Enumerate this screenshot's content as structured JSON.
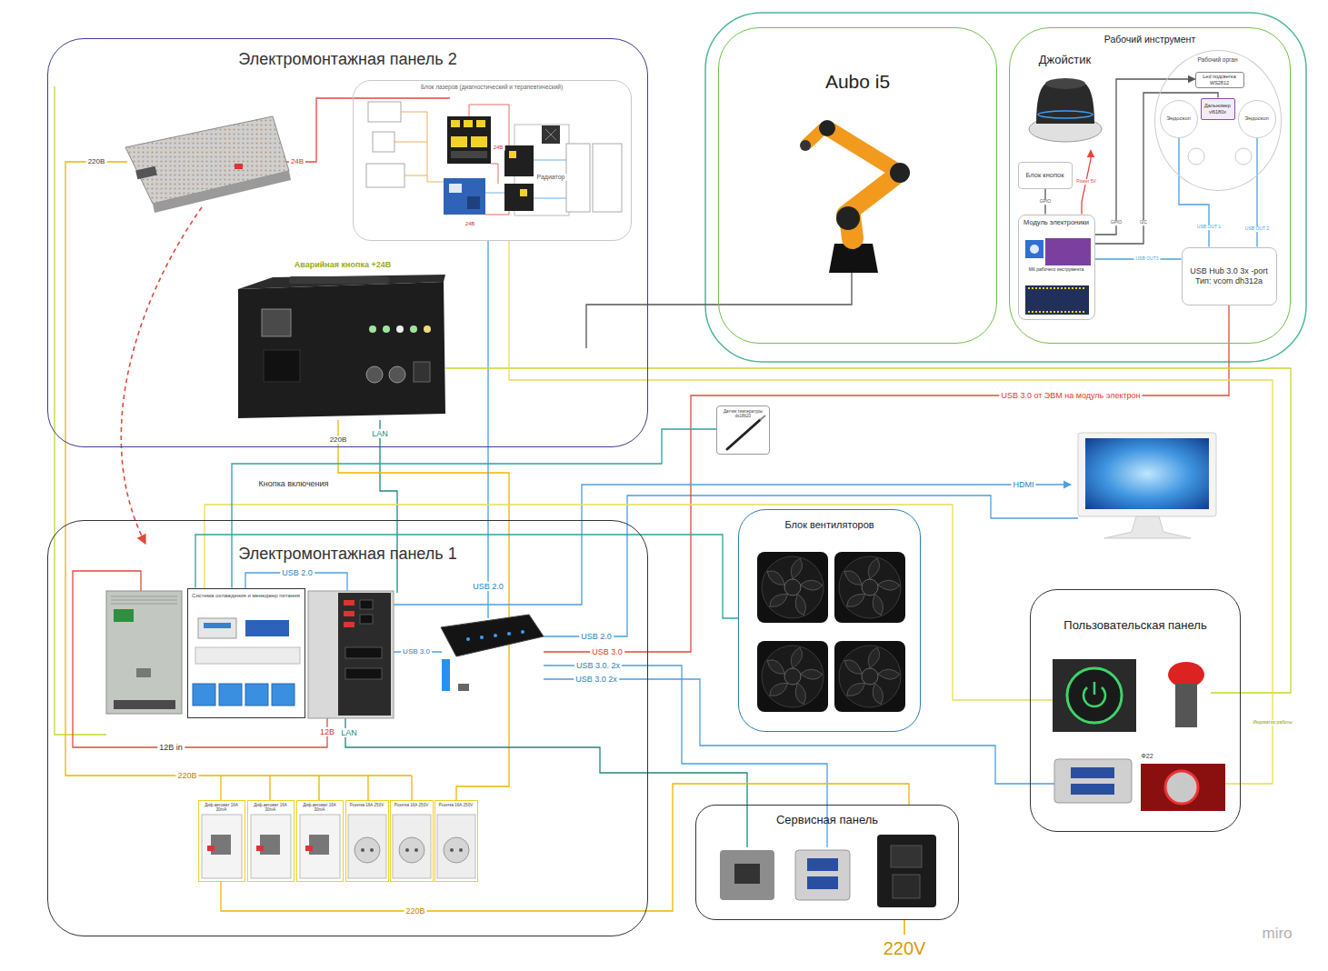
{
  "diagram": {
    "nodes": [
      {
        "text": [
          "Электромонтажная панель 2"
        ]
      },
      {
        "text": [
          "Блок лазеров (диагностический и терапевтический)"
        ],
        "in": 0
      },
      {
        "text": [
          "Aubo i5"
        ]
      },
      {
        "text": [
          "Рабочий инструмент"
        ]
      },
      {
        "text": [
          "Рабочий орган"
        ],
        "in": 3
      },
      {
        "text": [
          "Led подсветка WS2812"
        ],
        "in": 4
      },
      {
        "text": [
          "Дальномер vl6180x"
        ],
        "in": 4
      },
      {
        "text": [
          "Эндоскоп"
        ],
        "in": 4
      },
      {
        "text": [
          "Эндоскоп"
        ],
        "in": 4
      },
      {
        "text": [
          "Джойстик"
        ],
        "in": 3
      },
      {
        "text": [
          "Блок кнопок"
        ],
        "in": 3
      },
      {
        "text": [
          "Модуль электроники",
          "МК рабочего инструмента"
        ],
        "in": 3
      },
      {
        "text": [
          "USB Hub 3.0 3х -port Тип: vcom dh312a"
        ],
        "in": 3
      },
      {
        "text": [
          "Датчик температуры ds18b20"
        ]
      },
      {
        "text": [
          "Электромонтажная панель 1"
        ]
      },
      {
        "text": [
          "Система охлаждения и менеджер питания"
        ],
        "in": 14
      },
      {
        "text": [
          "Блок вентиляторов"
        ]
      },
      {
        "text": [
          "Пользовательская панель"
        ]
      },
      {
        "text": [
          "Сервисная панель"
        ]
      },
      {
        "text": [
          "Диф.автомат 16А 30mA"
        ],
        "in": 14
      },
      {
        "text": [
          "Диф.автомат 16А 30mA"
        ],
        "in": 14
      },
      {
        "text": [
          "Диф.автомат 16А 30mA"
        ],
        "in": 14
      },
      {
        "text": [
          "Розетка 16А 250V"
        ],
        "in": 14
      },
      {
        "text": [
          "Розетка 16А 250V"
        ],
        "in": 14
      },
      {
        "text": [
          "Розетка 16А 250V"
        ],
        "in": 14
      }
    ],
    "edges": [
      {
        "from": 12,
        "to": 11,
        "label": "USB OUT3",
        "arrow": "none"
      },
      {
        "from": 7,
        "to": 12,
        "label": "USB OUT 1",
        "arrow": "none"
      },
      {
        "from": 8,
        "to": 12,
        "label": "USB OUT 2",
        "arrow": "none"
      },
      {
        "from": 11,
        "to": 5,
        "label": "GPIO",
        "arrow": "to"
      },
      {
        "from": 11,
        "to": 6,
        "label": "I2C",
        "arrow": "none"
      },
      {
        "from": 10,
        "to": 11,
        "label": "GPIO",
        "arrow": "none"
      },
      {
        "from": 11,
        "to": 9,
        "label": "Power 5V",
        "arrow": "to"
      },
      {
        "from": 13,
        "to": 15,
        "arrow": "none"
      },
      {
        "from": 16,
        "to": 15,
        "arrow": "none"
      },
      {
        "from": 19,
        "to": 18,
        "label": "220В",
        "arrow": "none"
      }
    ],
    "labels": [
      "220В",
      "24В",
      "Аварийная кнопка +24В",
      "220В",
      "LAN",
      "Кнопка включения",
      "USB 2.0",
      "USB 2.0",
      "USB 3.0",
      "12В in",
      "12В",
      "LAN",
      "220В",
      "USB 2.0",
      "USB 3.0",
      "USB 3.0. 2x",
      "USB 3.0 2x",
      "USB 3.0 от ЭВМ на модуль электрон",
      "HDMI",
      "Индикатор работы",
      "Ф22",
      "Радиатор",
      "24В",
      "24В",
      "220V",
      "miro"
    ]
  }
}
